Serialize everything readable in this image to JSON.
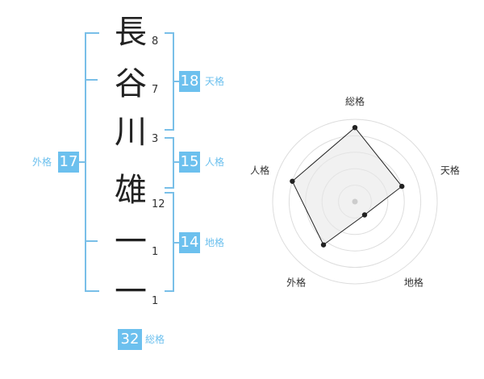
{
  "name": {
    "characters": [
      "長",
      "谷",
      "川",
      "雄",
      "一",
      "一"
    ],
    "strokes": [
      "8",
      "7",
      "3",
      "12",
      "1",
      "1"
    ]
  },
  "scores": {
    "tenkaku": {
      "value": "18",
      "label": "天格"
    },
    "jinkaku": {
      "value": "15",
      "label": "人格"
    },
    "chikaku": {
      "value": "14",
      "label": "地格"
    },
    "gaikaku": {
      "value": "17",
      "label": "外格"
    },
    "soukaku": {
      "value": "32",
      "label": "総格"
    }
  },
  "radar": {
    "axes": [
      "総格",
      "天格",
      "地格",
      "外格",
      "人格"
    ],
    "levels": [
      0.9,
      0.6,
      0.2,
      0.65,
      0.8
    ],
    "colors": {
      "line": "#222222",
      "fill": "#e8e8e8",
      "grid": "#dddddd",
      "center": "#cccccc"
    }
  },
  "colors": {
    "accent": "#6cc0ee",
    "bracket": "#79bfe8"
  }
}
